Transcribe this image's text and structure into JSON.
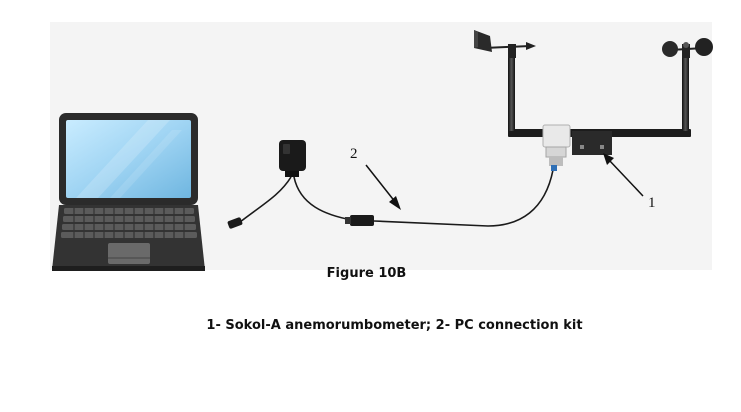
{
  "figure": {
    "caption": "Figure 10B",
    "legend": "1- Sokol-A anemorumbometer; 2- PC connection kit",
    "callouts": {
      "anemorumbometer": "1",
      "pc_kit": "2"
    }
  },
  "components": {
    "laptop": "laptop-icon",
    "adapter": "usb-adapter-icon",
    "cable": "connection-cable",
    "sensor": "anemorumbometer-icon"
  },
  "colors": {
    "panel_bg": "#f4f4f4",
    "device_dark": "#2a2a2a",
    "screen_blue": "#9fd4f3",
    "sensor_box": "#e9e9e9"
  }
}
